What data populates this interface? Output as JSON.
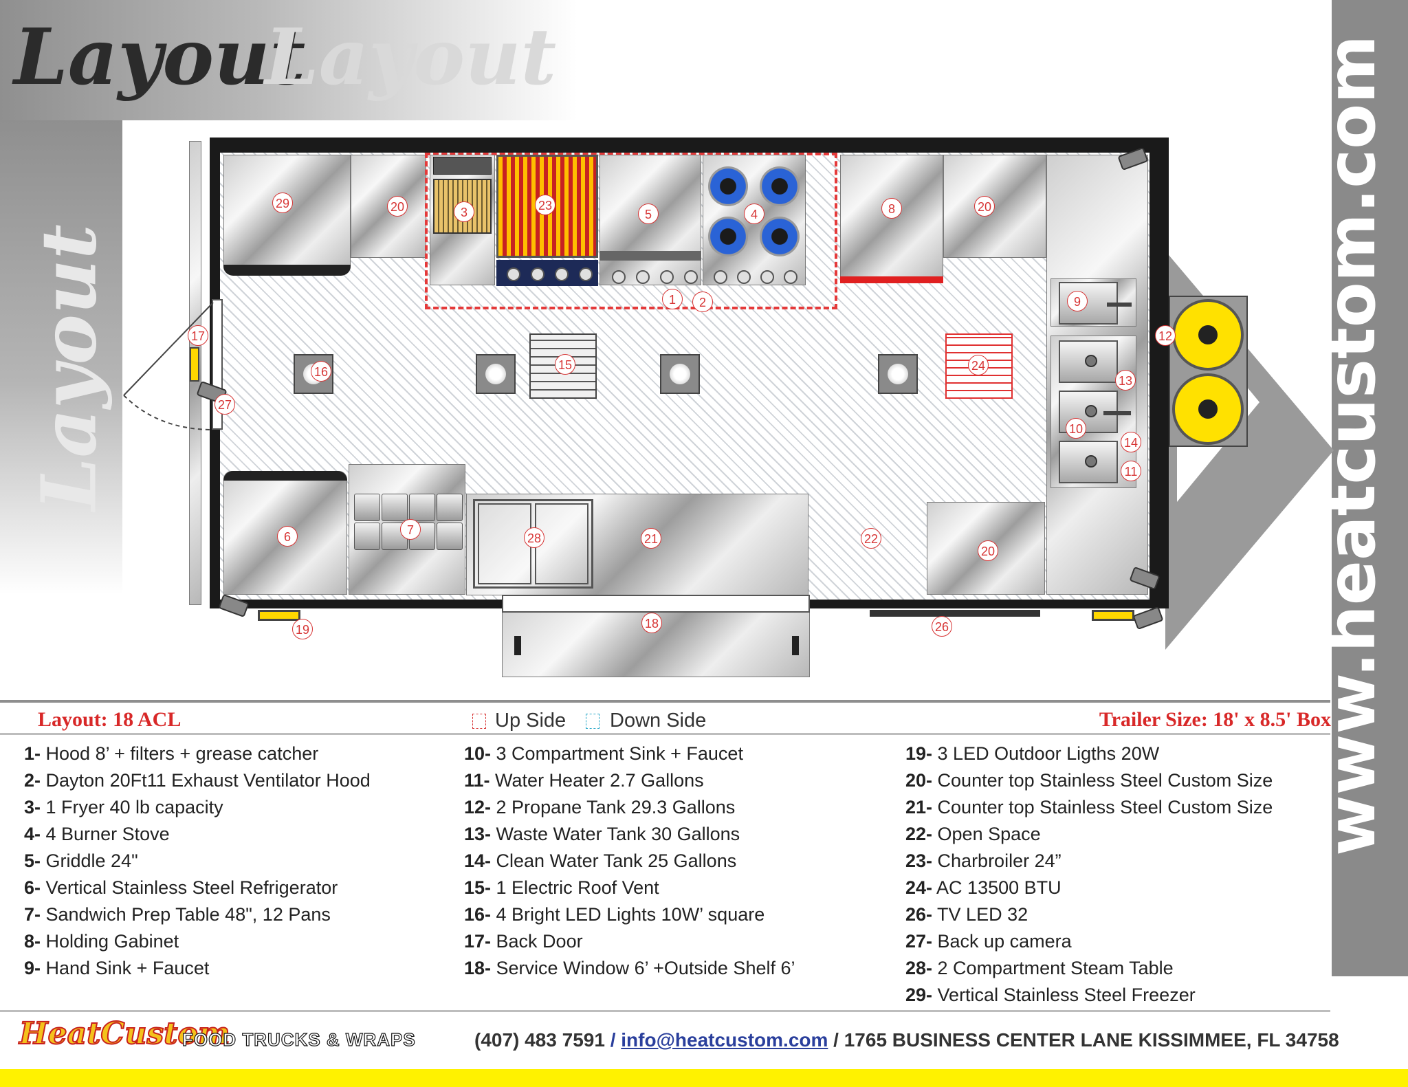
{
  "header": {
    "title_dark": "Layout",
    "title_light": "Layout",
    "side_title": "Layout"
  },
  "website": "www.heatcustom.com",
  "tags": {
    "t1": "1",
    "t2": "2",
    "t3": "3",
    "t4": "4",
    "t5": "5",
    "t6": "6",
    "t7": "7",
    "t8": "8",
    "t9": "9",
    "t10": "10",
    "t11": "11",
    "t12": "12",
    "t13": "13",
    "t14": "14",
    "t15": "15",
    "t16": "16",
    "t17": "17",
    "t18": "18",
    "t19": "19",
    "t20a": "20",
    "t20b": "20",
    "t20c": "20",
    "t21": "21",
    "t22": "22",
    "t23": "23",
    "t24": "24",
    "t26": "26",
    "t27": "27",
    "t28": "28",
    "t29": "29"
  },
  "legend": {
    "layout_label": "Layout: 18 ACL",
    "trailer_size": "Trailer Size: 18' x 8.5' Box",
    "up_side": "Up Side",
    "down_side": "Down Side",
    "up_color": "#d73535",
    "down_color": "#2aa9c9",
    "items_col1": [
      {
        "num": "1-",
        "text": " Hood 8’ + filters + grease catcher"
      },
      {
        "num": "2-",
        "text": " Dayton 20Ft11 Exhaust Ventilator Hood"
      },
      {
        "num": "3-",
        "text": " 1 Fryer 40 lb capacity"
      },
      {
        "num": "4-",
        "text": " 4 Burner  Stove"
      },
      {
        "num": "5-",
        "text": " Griddle 24\""
      },
      {
        "num": "6-",
        "text": " Vertical Stainless Steel Refrigerator"
      },
      {
        "num": "7-",
        "text": " Sandwich Prep Table 48\", 12 Pans"
      },
      {
        "num": "8-",
        "text": " Holding Gabinet"
      },
      {
        "num": "9-",
        "text": " Hand Sink + Faucet"
      }
    ],
    "items_col2": [
      {
        "num": "10-",
        "text": "  3 Compartment Sink + Faucet"
      },
      {
        "num": "11-",
        "text": " Water Heater 2.7 Gallons"
      },
      {
        "num": "12-",
        "text": " 2 Propane Tank 29.3 Gallons"
      },
      {
        "num": "13-",
        "text": " Waste Water Tank 30 Gallons"
      },
      {
        "num": "14-",
        "text": " Clean Water Tank 25 Gallons"
      },
      {
        "num": "15-",
        "text": " 1 Electric Roof Vent"
      },
      {
        "num": "16-",
        "text": " 4 Bright LED Lights 10W’ square"
      },
      {
        "num": "17-",
        "text": " Back Door"
      },
      {
        "num": "18-",
        "text": " Service Window 6’ +Outside Shelf 6’"
      }
    ],
    "items_col3": [
      {
        "num": "19-",
        "text": " 3 LED Outdoor Ligths 20W"
      },
      {
        "num": "20-",
        "text": " Counter top Stainless Steel Custom Size"
      },
      {
        "num": "21-",
        "text": " Counter top Stainless Steel Custom Size"
      },
      {
        "num": "22-",
        "text": " Open Space"
      },
      {
        "num": "23-",
        "text": " Charbroiler 24”"
      },
      {
        "num": "24-",
        "text": " AC 13500 BTU"
      },
      {
        "num": "26-",
        "text": " TV LED 32"
      },
      {
        "num": "27-",
        "text": " Back up camera"
      },
      {
        "num": "28-",
        "text": " 2 Compartment Steam Table"
      },
      {
        "num": "29-",
        "text": " Vertical Stainless Steel Freezer"
      }
    ]
  },
  "footer": {
    "brand": "HeatCustom",
    "brand_sub": "FOOD TRUCKS & WRAPS",
    "phone": "(407) 483 7591",
    "sep1": " / ",
    "email": " info@heatcustom.com",
    "sep2": "  /  ",
    "address": "1765 BUSINESS CENTER LANE KISSIMMEE, FL 34758"
  },
  "colors": {
    "accent_red": "#d82828",
    "tank_yellow": "#ffe100",
    "footer_yellow": "#fff200"
  }
}
